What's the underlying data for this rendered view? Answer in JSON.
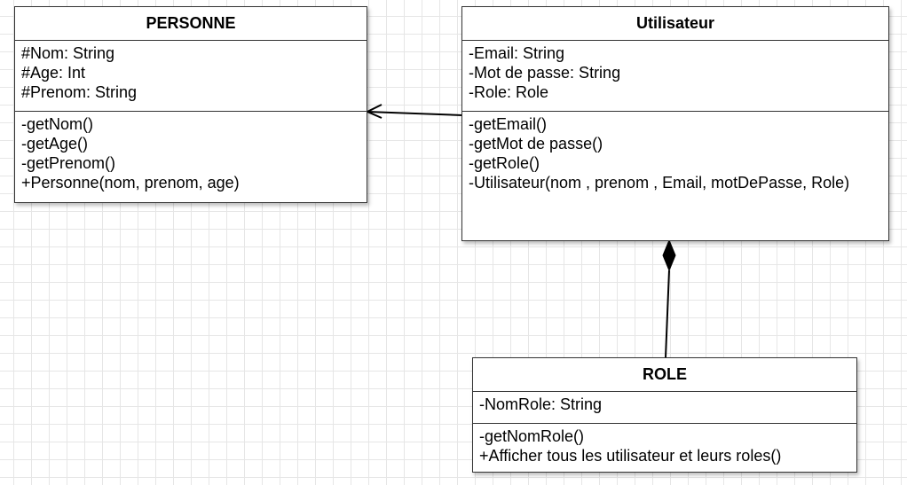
{
  "classes": {
    "personne": {
      "name": "PERSONNE",
      "attributes": [
        "#Nom: String",
        "#Age: Int",
        "#Prenom: String"
      ],
      "methods": [
        "-getNom()",
        "-getAge()",
        "-getPrenom()",
        "+Personne(nom, prenom, age)"
      ]
    },
    "utilisateur": {
      "name": "Utilisateur",
      "attributes": [
        "-Email: String",
        "-Mot de passe: String",
        "-Role: Role"
      ],
      "methods": [
        "-getEmail()",
        "-getMot de passe()",
        "-getRole()",
        "-Utilisateur(nom , prenom , Email, motDePasse, Role)"
      ]
    },
    "role": {
      "name": "ROLE",
      "attributes": [
        "-NomRole: String"
      ],
      "methods": [
        "-getNomRole()",
        "+Afficher tous les utilisateur et leurs roles()"
      ]
    }
  },
  "relations": [
    {
      "type": "association",
      "from": "Utilisateur",
      "to": "PERSONNE",
      "arrow": "open"
    },
    {
      "type": "composition",
      "whole": "Utilisateur",
      "part": "ROLE"
    }
  ]
}
